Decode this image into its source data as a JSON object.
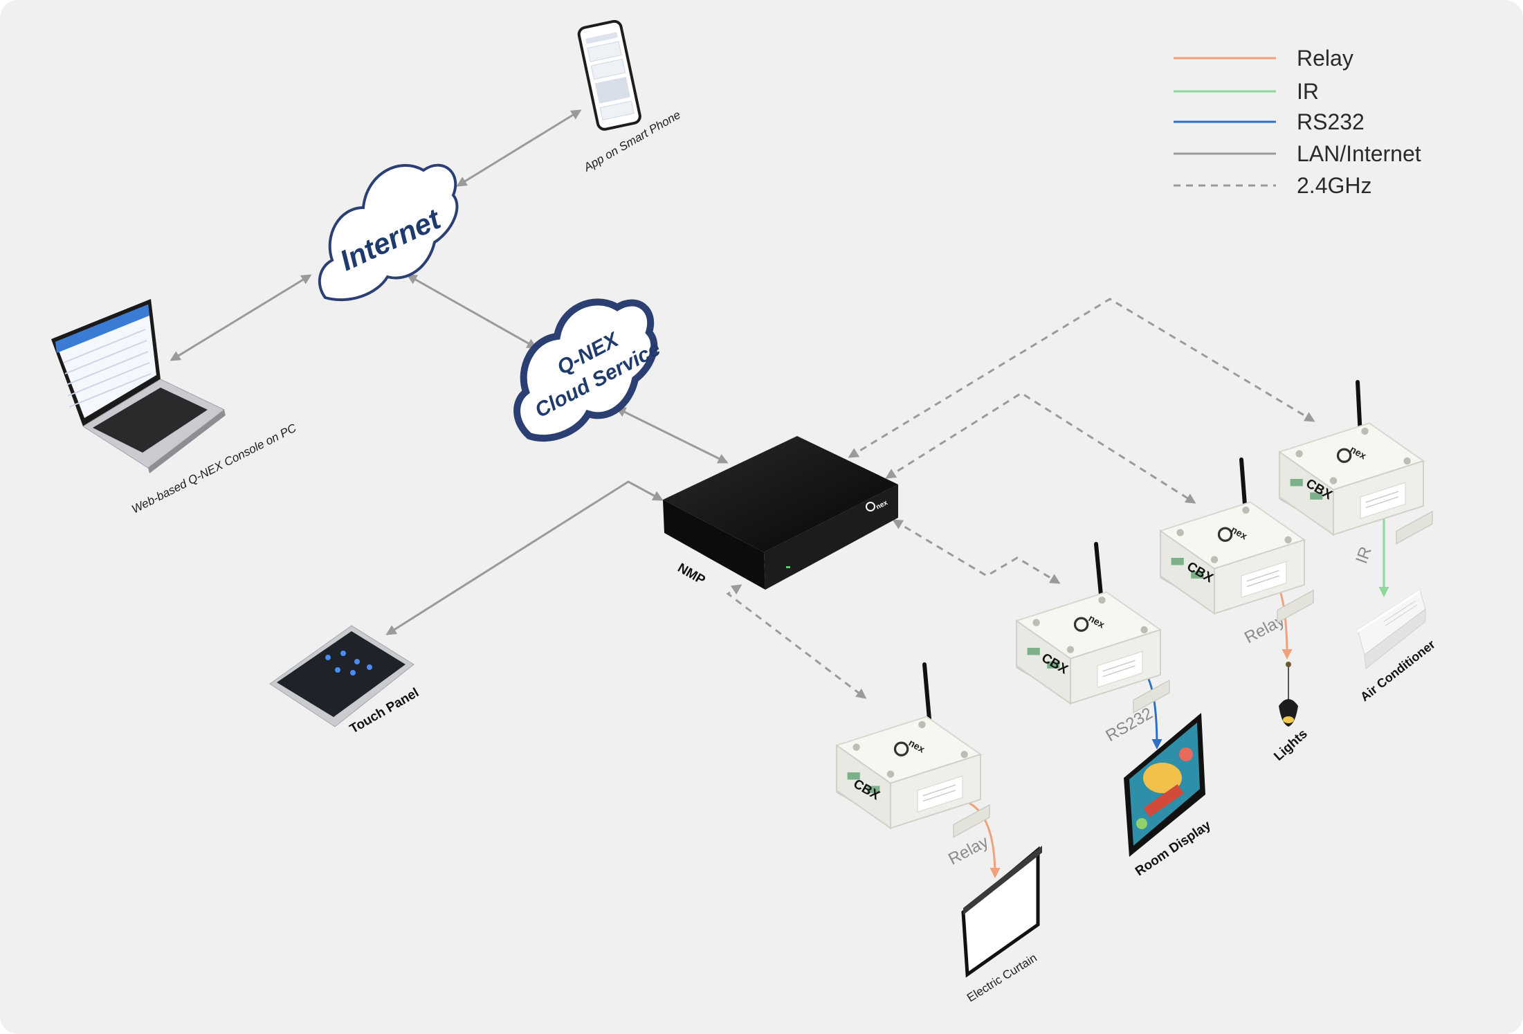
{
  "legend": {
    "items": [
      {
        "label": "Relay",
        "color": "#f0a07a",
        "style": "solid"
      },
      {
        "label": "IR",
        "color": "#8fd79a",
        "style": "solid"
      },
      {
        "label": "RS232",
        "color": "#2d6fc4",
        "style": "solid"
      },
      {
        "label": "LAN/Internet",
        "color": "#9a9a9a",
        "style": "solid"
      },
      {
        "label": "2.4GHz",
        "color": "#9a9a9a",
        "style": "dashed"
      }
    ]
  },
  "clouds": {
    "internet": "Internet",
    "cloud_line1": "Q-NEX",
    "cloud_line2": "Cloud Service"
  },
  "devices": {
    "phone": "App on Smart Phone",
    "laptop": "Web-based Q-NEX Console on PC",
    "nmp": "NMP",
    "touch_panel": "Touch Panel",
    "cbx": "CBX",
    "curtain": "Electric Curtain",
    "display": "Room Display",
    "lights": "Lights",
    "ac": "Air Conditioner",
    "brand": "nex"
  },
  "links": {
    "relay": "Relay",
    "rs232": "RS232",
    "ir": "IR"
  },
  "colors": {
    "background": "#f0f0f1",
    "cloud_outline": "#2b3f73",
    "nmp_body": "#151515"
  }
}
